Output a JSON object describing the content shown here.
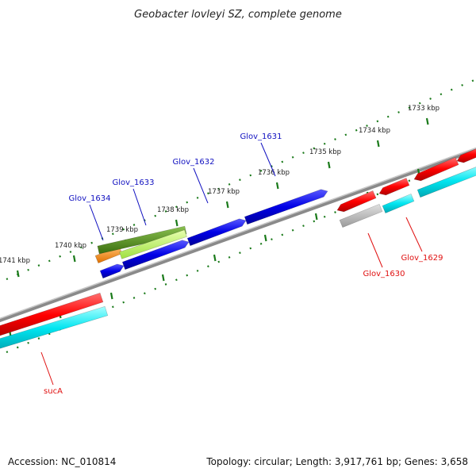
{
  "title": "Geobacter lovleyi SZ, complete genome",
  "footer": {
    "accession": "Accession: NC_010814",
    "summary": "Topology: circular; Length: 3,917,761 bp; Genes: 3,658"
  },
  "colors": {
    "backbone": "#8a8a8a",
    "tick": "#1a7a1a",
    "label_forward": "#1010c0",
    "label_reverse": "#e01010"
  },
  "ticks": [
    {
      "label": "1733 kbp"
    },
    {
      "label": "1734 kbp"
    },
    {
      "label": "1735 kbp"
    },
    {
      "label": "1736 kbp"
    },
    {
      "label": "1737 kbp"
    },
    {
      "label": "1738 kbp"
    },
    {
      "label": "1739 kbp"
    },
    {
      "label": "1740 kbp"
    },
    {
      "label": "1741 kbp"
    }
  ],
  "gene_labels": [
    {
      "text": "Glov_1631",
      "strand": "forward"
    },
    {
      "text": "Glov_1632",
      "strand": "forward"
    },
    {
      "text": "Glov_1633",
      "strand": "forward"
    },
    {
      "text": "Glov_1634",
      "strand": "forward"
    },
    {
      "text": "Glov_1629",
      "strand": "reverse"
    },
    {
      "text": "Glov_1630",
      "strand": "reverse"
    },
    {
      "text": "sucA",
      "strand": "reverse"
    }
  ],
  "features": [
    {
      "name": "forward-cds",
      "color": "#0000e6"
    },
    {
      "name": "reverse-cds",
      "color": "#ff0000"
    },
    {
      "name": "reverse-cds-secondary",
      "color": "#00e5f0"
    },
    {
      "name": "orange-feature",
      "color": "#ff8c00"
    },
    {
      "name": "olive-feature",
      "color": "#4f8a14"
    },
    {
      "name": "lime-feature",
      "color": "#b8ff4a"
    },
    {
      "name": "grey-feature",
      "color": "#b4b4b4"
    }
  ]
}
